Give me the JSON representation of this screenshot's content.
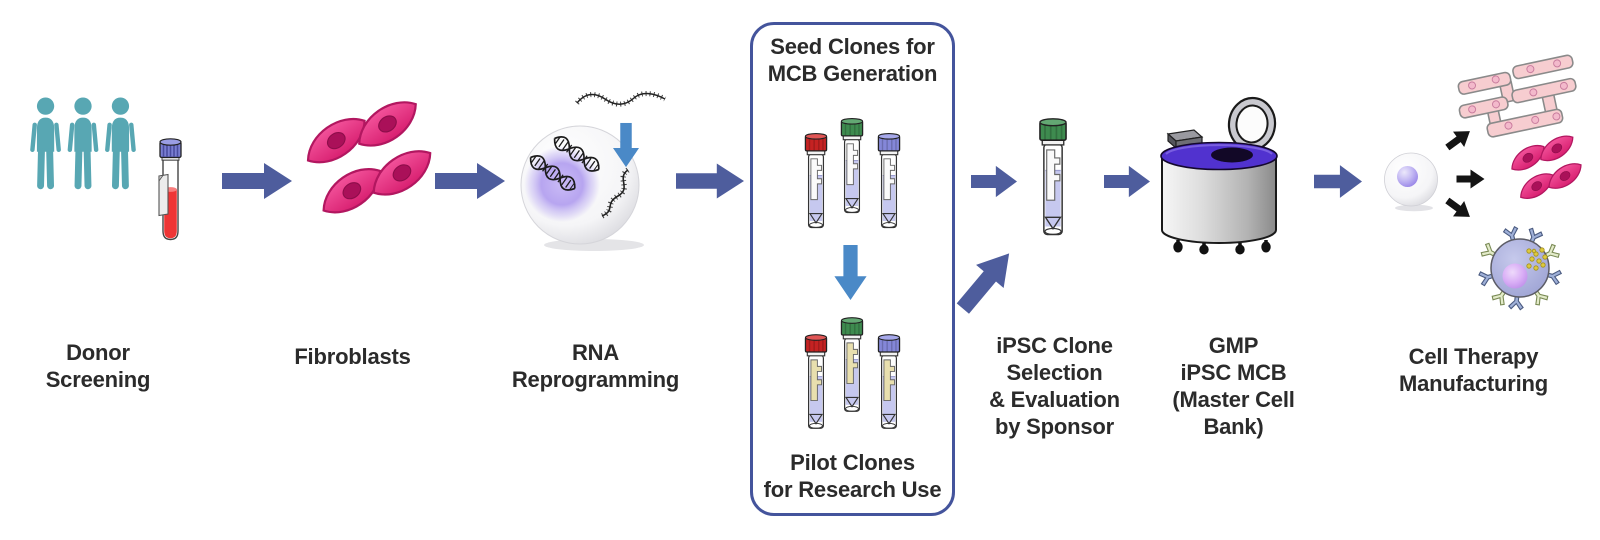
{
  "diagram_title": "",
  "labels": {
    "donor": [
      "Donor",
      "Screening"
    ],
    "fibroblasts": [
      "Fibroblasts"
    ],
    "rna": [
      "RNA",
      "Reprogramming"
    ],
    "box_title": [
      "Seed Clones for",
      "MCB Generation"
    ],
    "box_footer": [
      "Pilot Clones",
      "for Research Use"
    ],
    "selection": [
      "iPSC Clone",
      "Selection",
      "& Evaluation",
      "by Sponsor"
    ],
    "mcb": [
      "GMP",
      "iPSC MCB",
      "(Master Cell",
      "Bank)"
    ],
    "therapy": [
      "Cell Therapy",
      "Manufacturing"
    ]
  },
  "icons": [
    "donor-people-icon",
    "blood-tube-icon",
    "fibroblast-cells-icon",
    "rna-reprogramming-cell-icon",
    "mrna-strand-icon",
    "cryovial-icon",
    "cryotank-icon",
    "ipsc-cell-icon",
    "tissue-icon",
    "immune-cell-icon",
    "flow-arrow-icon",
    "down-arrow-icon",
    "diagonal-arrow-icon",
    "differentiation-arrow-icon"
  ],
  "colors": {
    "flow_arrow": "#4e5d9d",
    "process_arrow": "#4a89c7",
    "diff_arrow": "#141414",
    "box_border": "#44549c",
    "text": "#2b2b2b",
    "person_teal": "#58a7b3",
    "fibroblast_pink": "#e0357f",
    "cap_red": "#c52222",
    "cap_green": "#3e8b4f",
    "cap_blue": "#8487d8",
    "vial_liquid": "#c6c8ef",
    "pilot_label_tan": "#e8dfae",
    "blood_red": "#ee3535",
    "tank_lid_purple": "#5132cf",
    "immune_body": "#aab0dd"
  }
}
